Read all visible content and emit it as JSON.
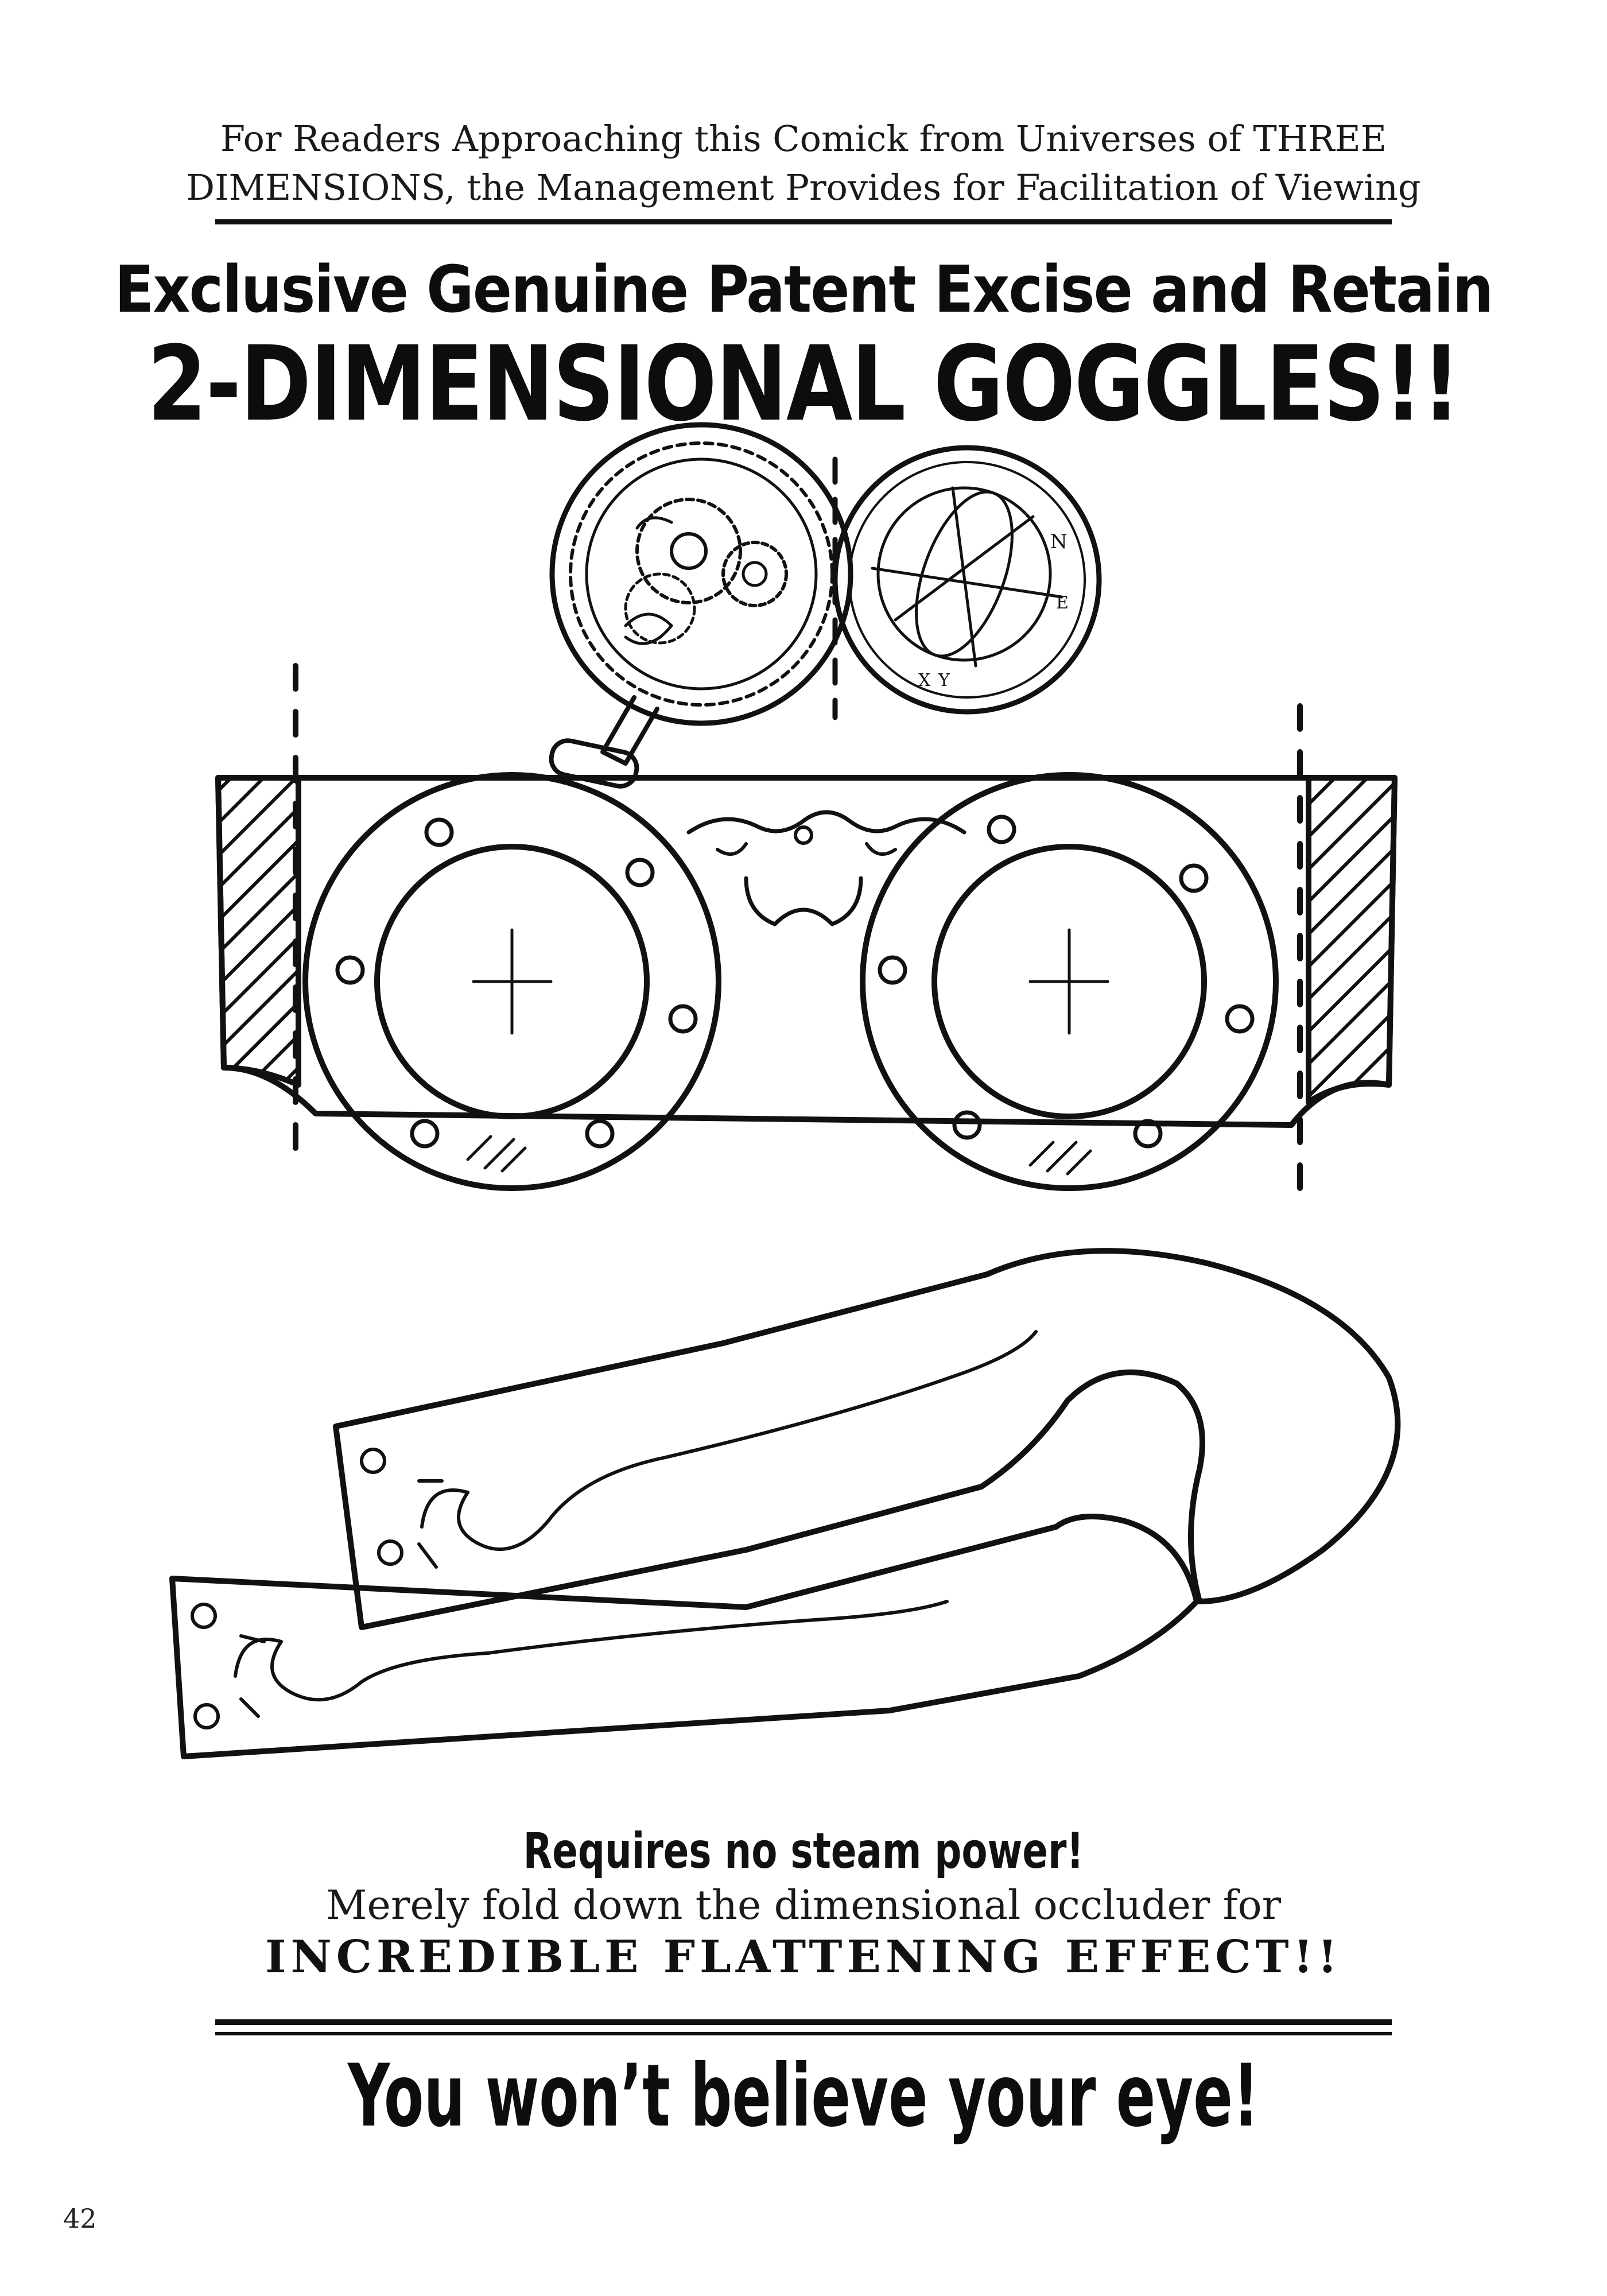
{
  "intro": {
    "line1": "For Readers Approaching this Comick from Universes of THREE",
    "line2": "DIMENSIONS, the Management Provides for Facilitation of Viewing"
  },
  "headline": {
    "line1": "Exclusive Genuine Patent Excise and Retain",
    "line2": "2-DIMENSIONAL GOGGLES!!"
  },
  "compass_letters": {
    "n": "N",
    "e": "E",
    "x": "X",
    "y": "Y"
  },
  "tagline": {
    "line1": "Requires no steam power!",
    "line2": "Merely fold down the dimensional occluder for",
    "line3": "INCREDIBLE FLATTENING EFFECT!!"
  },
  "slogan": "You won’t believe your eye!",
  "page_number": "42",
  "colors": {
    "ink": "#111111",
    "paper": "#ffffff"
  }
}
